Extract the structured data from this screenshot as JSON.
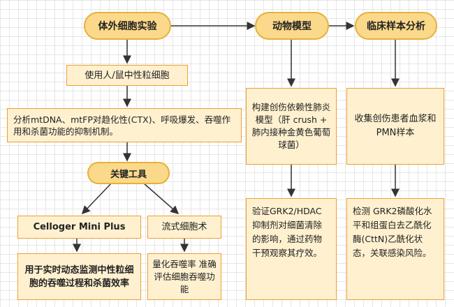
{
  "nodes": {
    "in_vitro": "体外细胞实验",
    "animal_model": "动物模型",
    "clinical": "临床样本分析",
    "use_cells": "使用人/鼠中性粒细胞",
    "analysis": "分析mtDNA、mtFP对趋化性(CTX)、呼吸爆发、吞噬作用和杀菌功能的抑制机制。",
    "key_tools": "关键工具",
    "celloger": "Celloger Mini Plus",
    "flow": "流式细胞术",
    "celloger_desc": "用于实时动态监测中性粒细胞的吞噬过程和杀菌效率",
    "flow_desc": "量化吞噬率 准确评估细胞吞噬功能",
    "model_desc": "构建创伤依赖性肺炎模型（肝 crush + 肺内接种金黄色葡萄球菌）",
    "verify": "验证GRK2/HDAC抑制剂对细菌清除的影响，通过药物干预观察其疗效。",
    "collect": "收集创伤患者血浆和PMN样本",
    "detect": "检测 GRK2磷酸化水平和组蛋白去乙酰化酶(CttN)乙酰化状态，关联感染风险。"
  },
  "colors": {
    "pill_fill": "#fbd98a",
    "pill_border": "#e7b03b",
    "box_fill": "#fff1d0",
    "box_border": "#ec9e33",
    "arrow": "#333333"
  }
}
